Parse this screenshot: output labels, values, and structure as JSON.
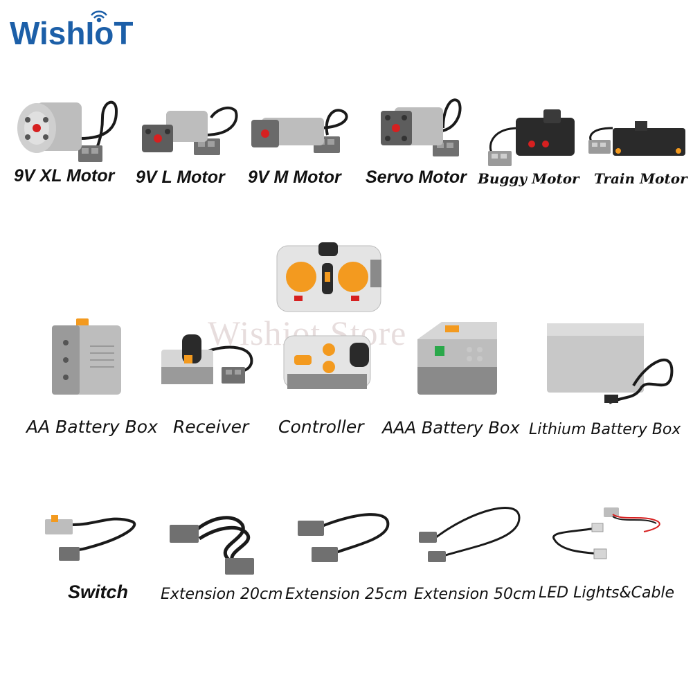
{
  "brand": {
    "logo_text": "WishIoT"
  },
  "watermark": "Wishiot Store",
  "products": {
    "row1": [
      {
        "label": "9V XL Motor",
        "icon": "xl-motor-icon"
      },
      {
        "label": "9V L Motor",
        "icon": "l-motor-icon"
      },
      {
        "label": "9V M Motor",
        "icon": "m-motor-icon"
      },
      {
        "label": "Servo Motor",
        "icon": "servo-motor-icon"
      },
      {
        "label": "Buggy Motor",
        "icon": "buggy-motor-icon"
      },
      {
        "label": "Train Motor",
        "icon": "train-motor-icon"
      }
    ],
    "row2": [
      {
        "label": "AA Battery Box",
        "icon": "aa-battery-box-icon"
      },
      {
        "label": "Receiver",
        "icon": "receiver-icon"
      },
      {
        "label": "Controller",
        "icon": "controller-icon"
      },
      {
        "label": "AAA Battery Box",
        "icon": "aaa-battery-box-icon"
      },
      {
        "label": "Lithium Battery Box",
        "icon": "lithium-battery-box-icon"
      }
    ],
    "row3": [
      {
        "label": "Switch",
        "icon": "switch-icon"
      },
      {
        "label": "Extension 20cm",
        "icon": "extension-20cm-icon"
      },
      {
        "label": "Extension 25cm",
        "icon": "extension-25cm-icon"
      },
      {
        "label": "Extension 50cm",
        "icon": "extension-50cm-icon"
      },
      {
        "label": "LED Lights&Cable",
        "icon": "led-lights-cable-icon"
      }
    ]
  },
  "colors": {
    "brand_blue": "#1c5fa8",
    "part_gray": "#9a9a9a",
    "part_light": "#d6d6d6",
    "part_dark": "#5d5d5d",
    "accent_orange": "#f39a1f",
    "accent_red": "#d62020",
    "cable": "#1a1a1a"
  }
}
